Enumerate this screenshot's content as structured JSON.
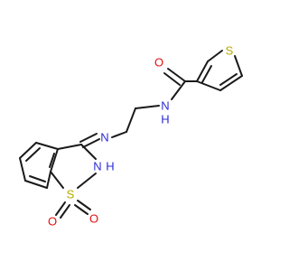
{
  "molecule": {
    "labels": {
      "o_amide": "O",
      "s_thiophene": "S",
      "n_amide": "N",
      "h_amide": "H",
      "n_imine": "N",
      "n_sulfonamide": "N",
      "h_sulfonamide": "H",
      "s_sulfonyl": "S",
      "o_sulfonyl_left": "O",
      "o_sulfonyl_right": "O"
    },
    "colors": {
      "carbon": "#1a1a1a",
      "nitrogen": "#2b2bd6",
      "oxygen": "#e01010",
      "sulfur": "#b8a800"
    }
  }
}
